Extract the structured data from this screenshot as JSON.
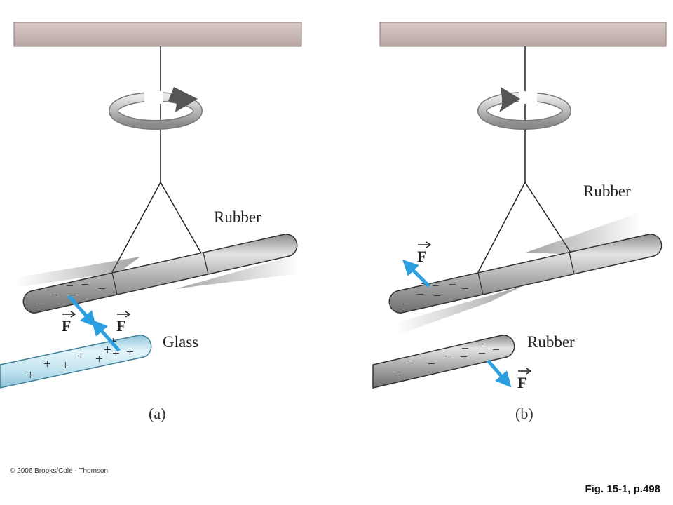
{
  "panels": {
    "a": {
      "caption": "(a)",
      "upper_rod_label": "Rubber",
      "lower_rod_label": "Glass",
      "upper_force_label": "F",
      "lower_force_label": "F",
      "upper_rod_charges": [
        "−",
        "−",
        "−",
        "−",
        "−",
        "−"
      ],
      "lower_rod_charges": [
        "+",
        "+",
        "+",
        "+",
        "+",
        "+",
        "+",
        "+",
        "+"
      ]
    },
    "b": {
      "caption": "(b)",
      "upper_rod_label": "Rubber",
      "lower_rod_label": "Rubber",
      "upper_force_label": "F",
      "lower_force_label": "F",
      "upper_rod_charges": [
        "−",
        "−",
        "−",
        "−",
        "−",
        "−",
        "−"
      ],
      "lower_rod_charges": [
        "−",
        "−",
        "−",
        "−",
        "−",
        "−",
        "−",
        "−",
        "−"
      ]
    }
  },
  "copyright": "© 2006 Brooks/Cole - Thomson",
  "figure_ref": "Fig. 15-1, p.498",
  "colors": {
    "ceiling": "#c9b8b6",
    "rod": "#a9a9a9",
    "glass": "#b7dbe6",
    "force_arrow": "#2b9fe0"
  },
  "icons": {
    "rotation_a": "counterclockwise-arrow-icon",
    "rotation_b": "clockwise-arrow-icon"
  }
}
